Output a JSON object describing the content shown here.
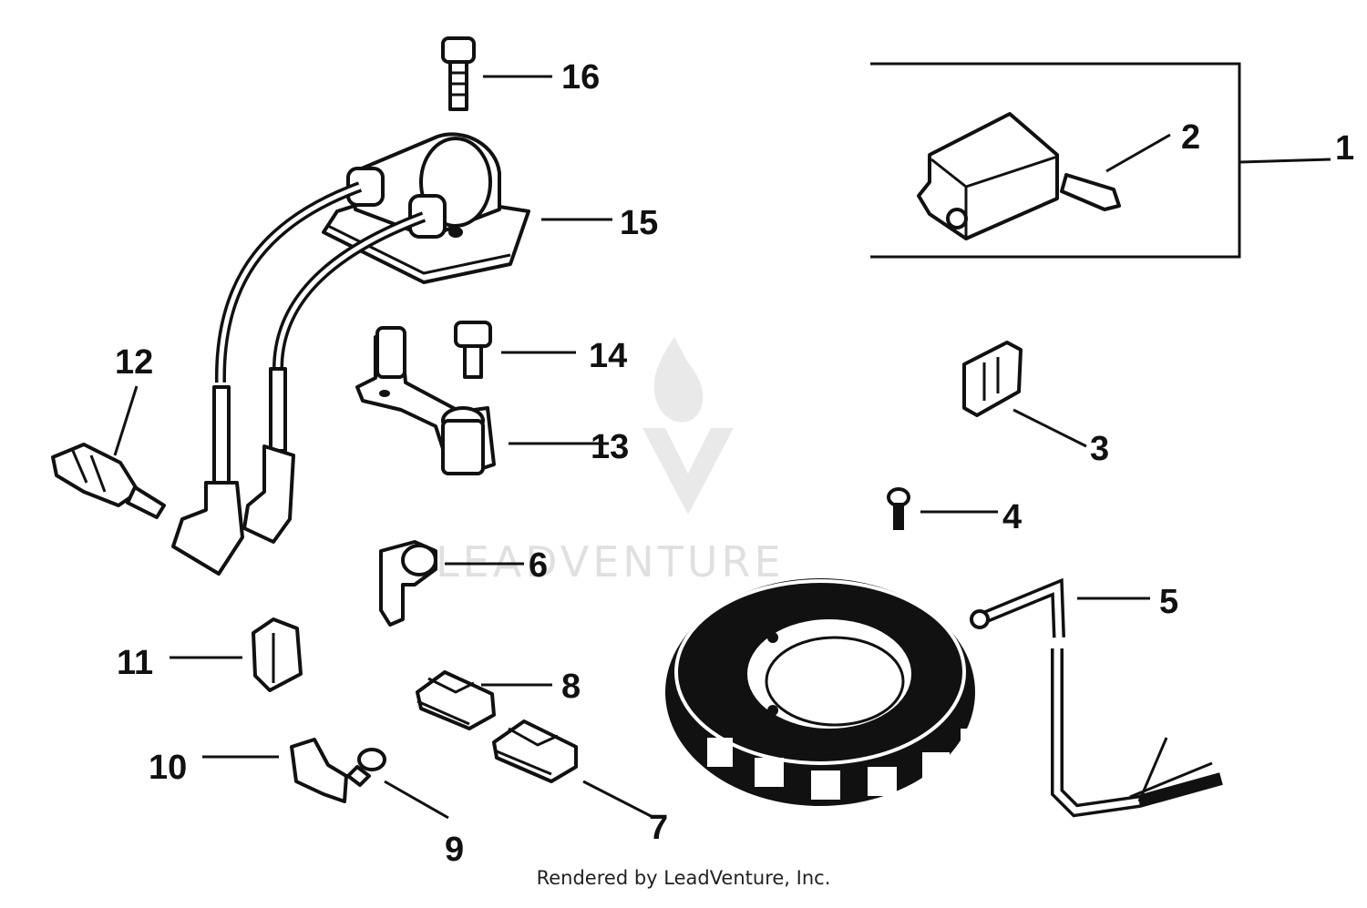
{
  "callouts": {
    "c1": "1",
    "c2": "2",
    "c3": "3",
    "c4": "4",
    "c5": "5",
    "c6": "6",
    "c7": "7",
    "c8": "8",
    "c9": "9",
    "c10": "10",
    "c11": "11",
    "c12": "12",
    "c13": "13",
    "c14": "14",
    "c15": "15",
    "c16": "16"
  },
  "watermark": "LEADVENTURE",
  "credit": "Rendered by LeadVenture, Inc.",
  "colors": {
    "ink": "#111111",
    "watermark": "#c8c8c8",
    "background": "#ffffff"
  }
}
